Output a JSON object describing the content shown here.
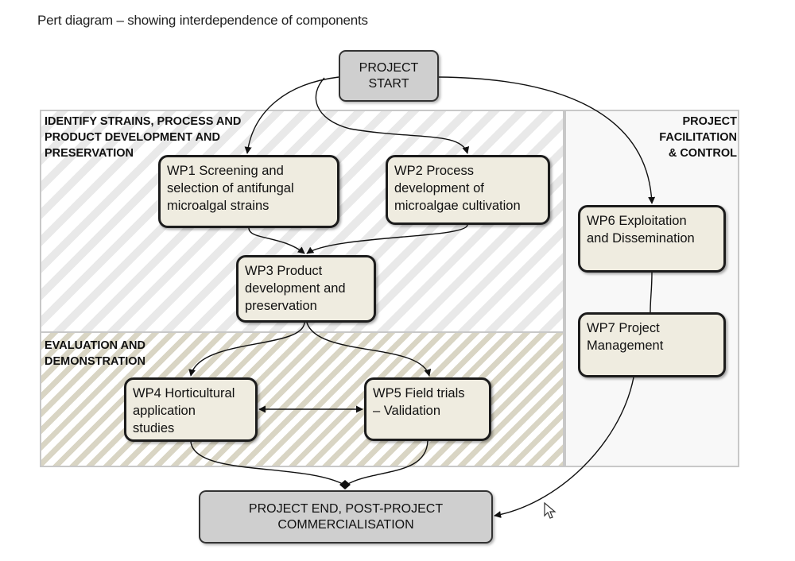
{
  "header": {
    "title": "Pert diagram – showing interdependence of components"
  },
  "regions": {
    "research": {
      "label": "IDENTIFY STRAINS, PROCESS AND\nPRODUCT DEVELOPMENT AND\nPRESERVATION"
    },
    "evaluation": {
      "label": "EVALUATION AND\nDEMONSTRATION"
    },
    "control": {
      "label": "PROJECT\nFACILITATION\n& CONTROL"
    }
  },
  "nodes": {
    "start": {
      "line1": "PROJECT",
      "line2": "START"
    },
    "end": {
      "line1": "PROJECT END, POST-PROJECT",
      "line2": "COMMERCIALISATION"
    },
    "wp1": {
      "line1": "WP1 Screening and",
      "line2": "selection of antifungal",
      "line3": "microalgal strains"
    },
    "wp2": {
      "line1": "WP2 Process",
      "line2": "development of",
      "line3": "microalgae cultivation"
    },
    "wp3": {
      "line1": "WP3 Product",
      "line2": "development and",
      "line3": "preservation"
    },
    "wp4": {
      "line1": "WP4 Horticultural",
      "line2": "application",
      "line3": "studies"
    },
    "wp5": {
      "line1": "WP5 Field trials",
      "line2": "– Validation"
    },
    "wp6": {
      "line1": "WP6 Exploitation",
      "line2": "and Dissemination"
    },
    "wp7": {
      "line1": "WP7 Project",
      "line2": "Management"
    }
  },
  "colors": {
    "wp_fill": "#efece0",
    "terminal_fill": "#cfcfcf",
    "region_border": "#c8c8c8",
    "arrow": "#111111"
  },
  "icons": {
    "cursor": "mouse-pointer-icon"
  }
}
